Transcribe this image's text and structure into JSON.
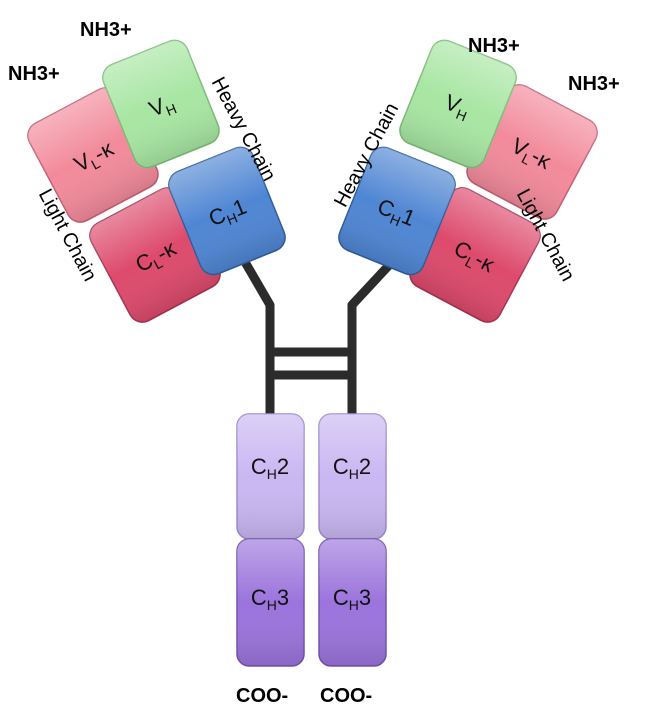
{
  "domains": {
    "left_vl": {
      "main": "V",
      "sub": "L",
      "suffix": "-κ"
    },
    "left_vh": {
      "main": "V",
      "sub": "H",
      "suffix": ""
    },
    "left_ch1": {
      "main": "C",
      "sub": "H",
      "suffix": "1"
    },
    "left_cl": {
      "main": "C",
      "sub": "L",
      "suffix": "-κ"
    },
    "right_vh": {
      "main": "V",
      "sub": "H",
      "suffix": ""
    },
    "right_vl": {
      "main": "V",
      "sub": "L",
      "suffix": "-κ"
    },
    "right_ch1": {
      "main": "C",
      "sub": "H",
      "suffix": "1"
    },
    "right_cl": {
      "main": "C",
      "sub": "L",
      "suffix": "-κ"
    },
    "ch2_left": {
      "main": "C",
      "sub": "H",
      "suffix": "2"
    },
    "ch2_right": {
      "main": "C",
      "sub": "H",
      "suffix": "2"
    },
    "ch3_left": {
      "main": "C",
      "sub": "H",
      "suffix": "3"
    },
    "ch3_right": {
      "main": "C",
      "sub": "H",
      "suffix": "3"
    }
  },
  "labels": {
    "nh3_left_light": "NH3+",
    "nh3_left_heavy": "NH3+",
    "nh3_right_heavy": "NH3+",
    "nh3_right_light": "NH3+",
    "heavy_chain_left": "Heavy Chain",
    "heavy_chain_right": "Heavy Chain",
    "light_chain_left": "Light Chain",
    "light_chain_right": "Light Chain",
    "coo_left": "COO-",
    "coo_right": "COO-"
  },
  "colors": {
    "variable_light": "#f28a9b",
    "constant_light": "#dd4a6c",
    "variable_heavy": "#a8e6a3",
    "ch1": "#4f86d3",
    "ch2": "#c9b7f2",
    "ch3": "#9b74dc",
    "linker": "#2b2b2b"
  }
}
